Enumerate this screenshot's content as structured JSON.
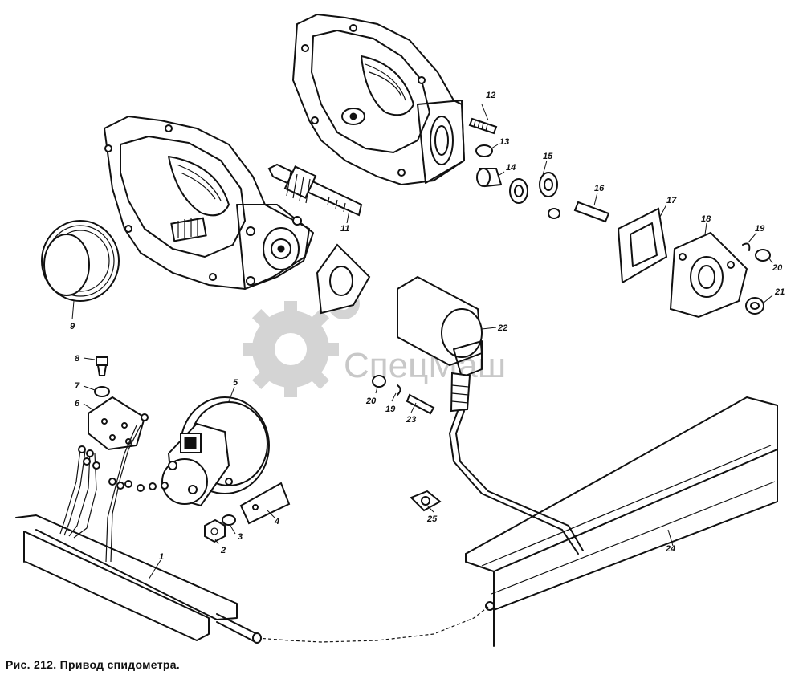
{
  "caption": "Рис. 212. Привод спидометра.",
  "watermark": {
    "text": "СпецМаш",
    "color": "#c8c8c8"
  },
  "labels": {
    "l1": "1",
    "l2": "2",
    "l3": "3",
    "l4": "4",
    "l5": "5",
    "l6": "6",
    "l7": "7",
    "l8": "8",
    "l9": "9",
    "l11": "11",
    "l12": "12",
    "l13": "13",
    "l14": "14",
    "l15": "15",
    "l16": "16",
    "l17": "17",
    "l18": "18",
    "l19a": "19",
    "l19b": "19",
    "l20a": "20",
    "l20b": "20",
    "l21": "21",
    "l22": "22",
    "l23": "23",
    "l24": "24",
    "l25": "25"
  }
}
